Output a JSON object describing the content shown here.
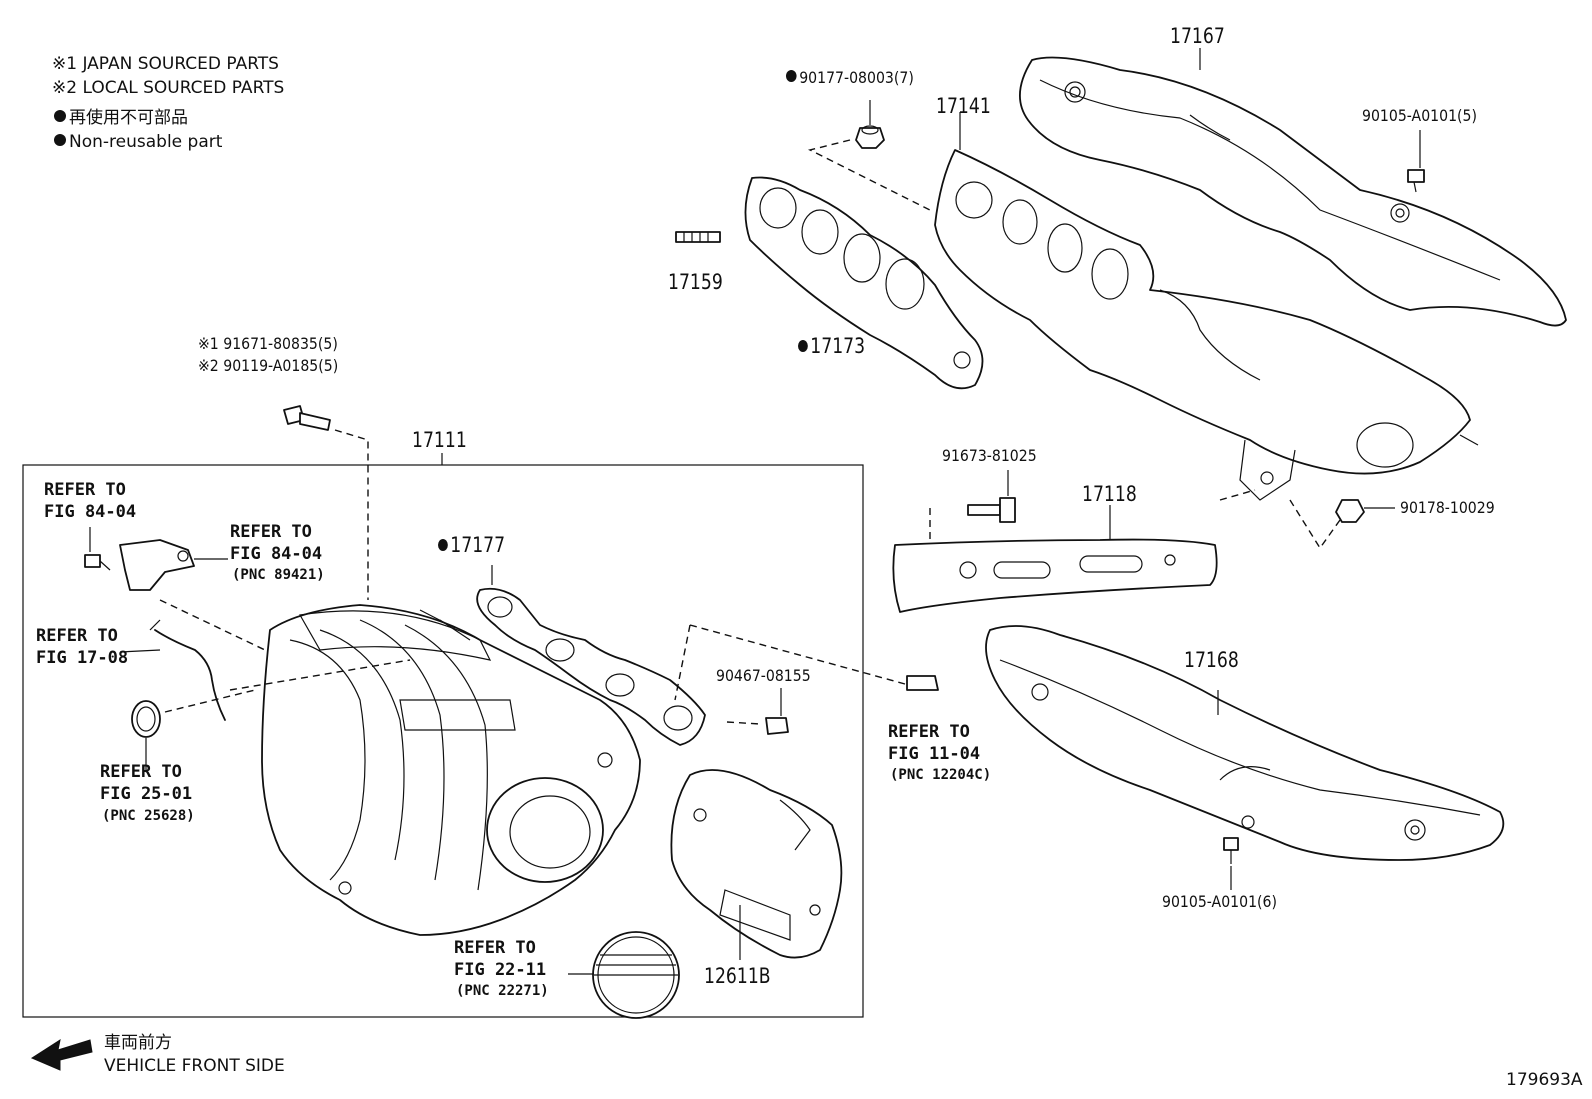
{
  "notes": {
    "japan": "※1 JAPAN SOURCED PARTS",
    "local": "※2 LOCAL SOURCED PARTS",
    "nonreusable_jp": "再使用不可部品",
    "nonreusable_en": "Non-reusable part"
  },
  "parts": {
    "p17167": "17167",
    "p90177": "90177-08003(7)",
    "p17141": "17141",
    "p90105a": "90105-A0101(5)",
    "p17159": "17159",
    "p17173": "17173",
    "p91671": "※1 91671-80835(5)",
    "p90119": "※2 90119-A0185(5)",
    "p17111": "17111",
    "p91673": "91673-81025",
    "p17118": "17118",
    "p90178": "90178-10029",
    "p17177": "17177",
    "p90467": "90467-08155",
    "p17168": "17168",
    "p90105b": "90105-A0101(6)",
    "p12611b": "12611B"
  },
  "refs": {
    "r1_a": "REFER TO",
    "r1_b": "FIG 84-04",
    "r2_a": "REFER TO",
    "r2_b": "FIG 84-04",
    "r2_c": "(PNC 89421)",
    "r3_a": "REFER TO",
    "r3_b": "FIG 17-08",
    "r4_a": "REFER TO",
    "r4_b": "FIG 25-01",
    "r4_c": "(PNC 25628)",
    "r5_a": "REFER TO",
    "r5_b": "FIG 11-04",
    "r5_c": "(PNC 12204C)",
    "r6_a": "REFER TO",
    "r6_b": "FIG 22-11",
    "r6_c": "(PNC 22271)"
  },
  "footer": {
    "direction_jp": "車両前方",
    "direction_en": "VEHICLE FRONT SIDE",
    "diagram_id": "179693A"
  }
}
